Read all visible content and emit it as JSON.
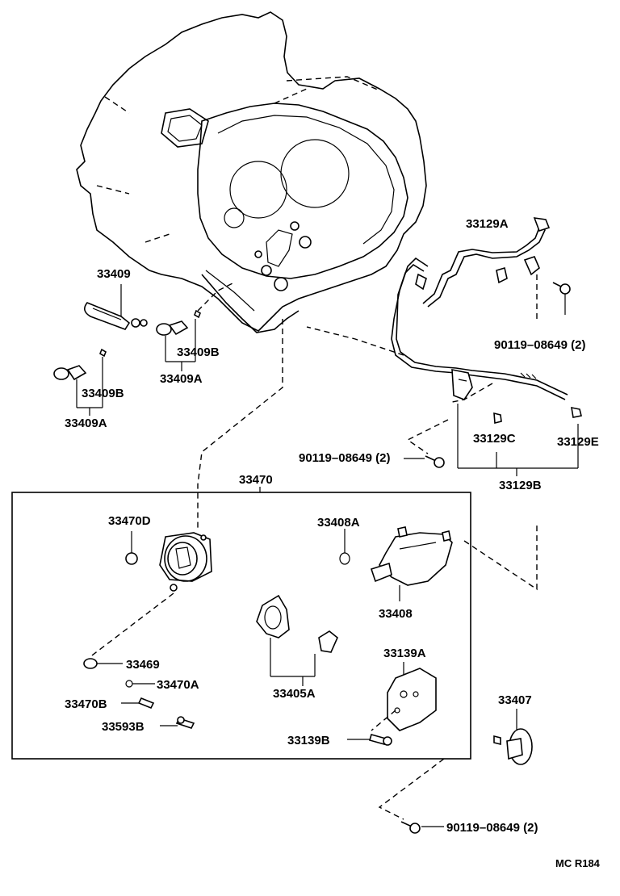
{
  "labels": {
    "p33409": "33409",
    "p33409b_1": "33409B",
    "p33409a_1": "33409A",
    "p33409b_2": "33409B",
    "p33409a_2": "33409A",
    "p33129a": "33129A",
    "p90119_1": "90119–08649 (2)",
    "p90119_2": "90119–08649 (2)",
    "p33129c": "33129C",
    "p33129e": "33129E",
    "p33129b": "33129B",
    "p33470": "33470",
    "p33470d": "33470D",
    "p33408a": "33408A",
    "p33408": "33408",
    "p33469": "33469",
    "p33470a": "33470A",
    "p33470b": "33470B",
    "p33405a": "33405A",
    "p33593b": "33593B",
    "p33139a": "33139A",
    "p33139b": "33139B",
    "p33407": "33407",
    "p90119_3": "90119–08649 (2)",
    "ref": "MC R184"
  }
}
